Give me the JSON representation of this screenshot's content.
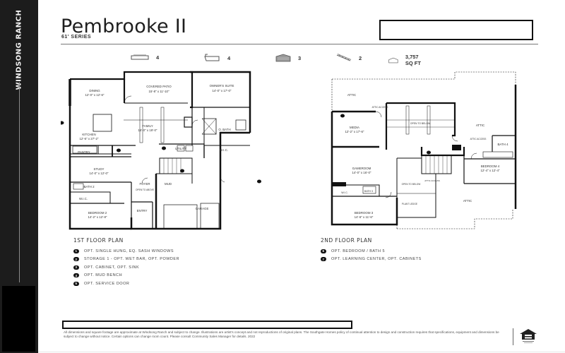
{
  "sidebar": {
    "brand": "WINDSONG RANCH"
  },
  "header": {
    "title": "Pembrooke II",
    "series": "61' SERIES"
  },
  "stats": [
    {
      "icon": "bed-icon",
      "value": "4"
    },
    {
      "icon": "bathtub-icon",
      "value": "4"
    },
    {
      "icon": "garage-icon",
      "value": "3"
    },
    {
      "icon": "stairs-icon",
      "value": "2"
    },
    {
      "icon": "house-icon",
      "value": "3,757 SQ FT"
    }
  ],
  "first_floor": {
    "rooms": {
      "dining": {
        "name": "DINING",
        "dims": "12'-0\" x 12'-6\""
      },
      "patio": {
        "name": "COVERED PATIO",
        "dims": "15'-8\" x 11'-10\""
      },
      "owners_suite": {
        "name": "OWNER'S SUITE",
        "dims": "14'-0\" x 17'-0\""
      },
      "family": {
        "name": "FAMILY",
        "dims": "16'-0\" x 19'-0\""
      },
      "obath": {
        "name": "O. BATH"
      },
      "kitchen": {
        "name": "KITCHEN",
        "dims": "12'-6\" x 27'-2\""
      },
      "pantry": {
        "name": "PANTRY"
      },
      "utility": {
        "name": "UTILITY"
      },
      "wic": {
        "name": "W.I.C."
      },
      "study": {
        "name": "STUDY",
        "dims": "14'-0\" x 12'-0\""
      },
      "foyer": {
        "name": "FOYER"
      },
      "open_above": {
        "name": "OPEN TO ABOVE"
      },
      "mud": {
        "name": "MUD"
      },
      "bath2": {
        "name": "BATH 2"
      },
      "wic2": {
        "name": "W.I.C."
      },
      "entry": {
        "name": "ENTRY"
      },
      "bedroom2": {
        "name": "BEDROOM 2",
        "dims": "14'-2\" x 12'-8\""
      },
      "garage": {
        "name": "GARAGE"
      }
    },
    "legend_title": "1ST FLOOR PLAN",
    "legend": [
      {
        "num": "1",
        "text": "OPT. SINGLE HUNG, EQ. SASH WINDOWS"
      },
      {
        "num": "2",
        "text": "STORAGE 1 - OPT. WET BAR, OPT. POWDER"
      },
      {
        "num": "3",
        "text": "OPT. CABINET, OPT. SINK"
      },
      {
        "num": "4",
        "text": "OPT. MUD BENCH"
      },
      {
        "num": "5",
        "text": "OPT. SERVICE DOOR"
      }
    ]
  },
  "second_floor": {
    "rooms": {
      "attic_nw": {
        "name": "ATTIC"
      },
      "attic_access_1": {
        "name": "ATTIC ACCESS"
      },
      "media": {
        "name": "MEDIA",
        "dims": "12'-2\" x 17'-6\""
      },
      "open_below_1": {
        "name": "OPEN TO BELOW"
      },
      "attic_ne": {
        "name": "ATTIC"
      },
      "attic_access_2": {
        "name": "ATTIC ACCESS"
      },
      "bath4": {
        "name": "BATH 4"
      },
      "gameroom": {
        "name": "GAMEROOM",
        "dims": "14'-0\" x 16'-0\""
      },
      "bedroom4": {
        "name": "BEDROOM 4",
        "dims": "12'-4\" x 12'-4\""
      },
      "open_below_2": {
        "name": "OPEN TO BELOW"
      },
      "attic_access_3": {
        "name": "ATTIC ACCESS"
      },
      "bath3": {
        "name": "BATH 3"
      },
      "wic3": {
        "name": "W.I.C."
      },
      "plant_ledge": {
        "name": "PLANT LEDGE"
      },
      "attic_se": {
        "name": "ATTIC"
      },
      "bedroom3": {
        "name": "BEDROOM 3",
        "dims": "14'-6\" x 11'-6\""
      }
    },
    "legend_title": "2ND FLOOR PLAN",
    "legend": [
      {
        "num": "6",
        "text": "OPT. BEDROOM / BATH 5"
      },
      {
        "num": "7",
        "text": "OPT. LEARNING CENTER, OPT. CABINETS"
      }
    ]
  },
  "footer": {
    "disclaimer": "All dimensions and square footage are approximate at Windsong Ranch and subject to change. Illustrations are artist's concept and not reproductions of original plans. The Southgate Homes policy of continual attention to design and construction requires that specifications, equipment and dimensions be subject to change without notice. Certain options can change room count. Please consult Community Sales Manager for details. 2022",
    "logo": "equal-housing-opportunity"
  }
}
